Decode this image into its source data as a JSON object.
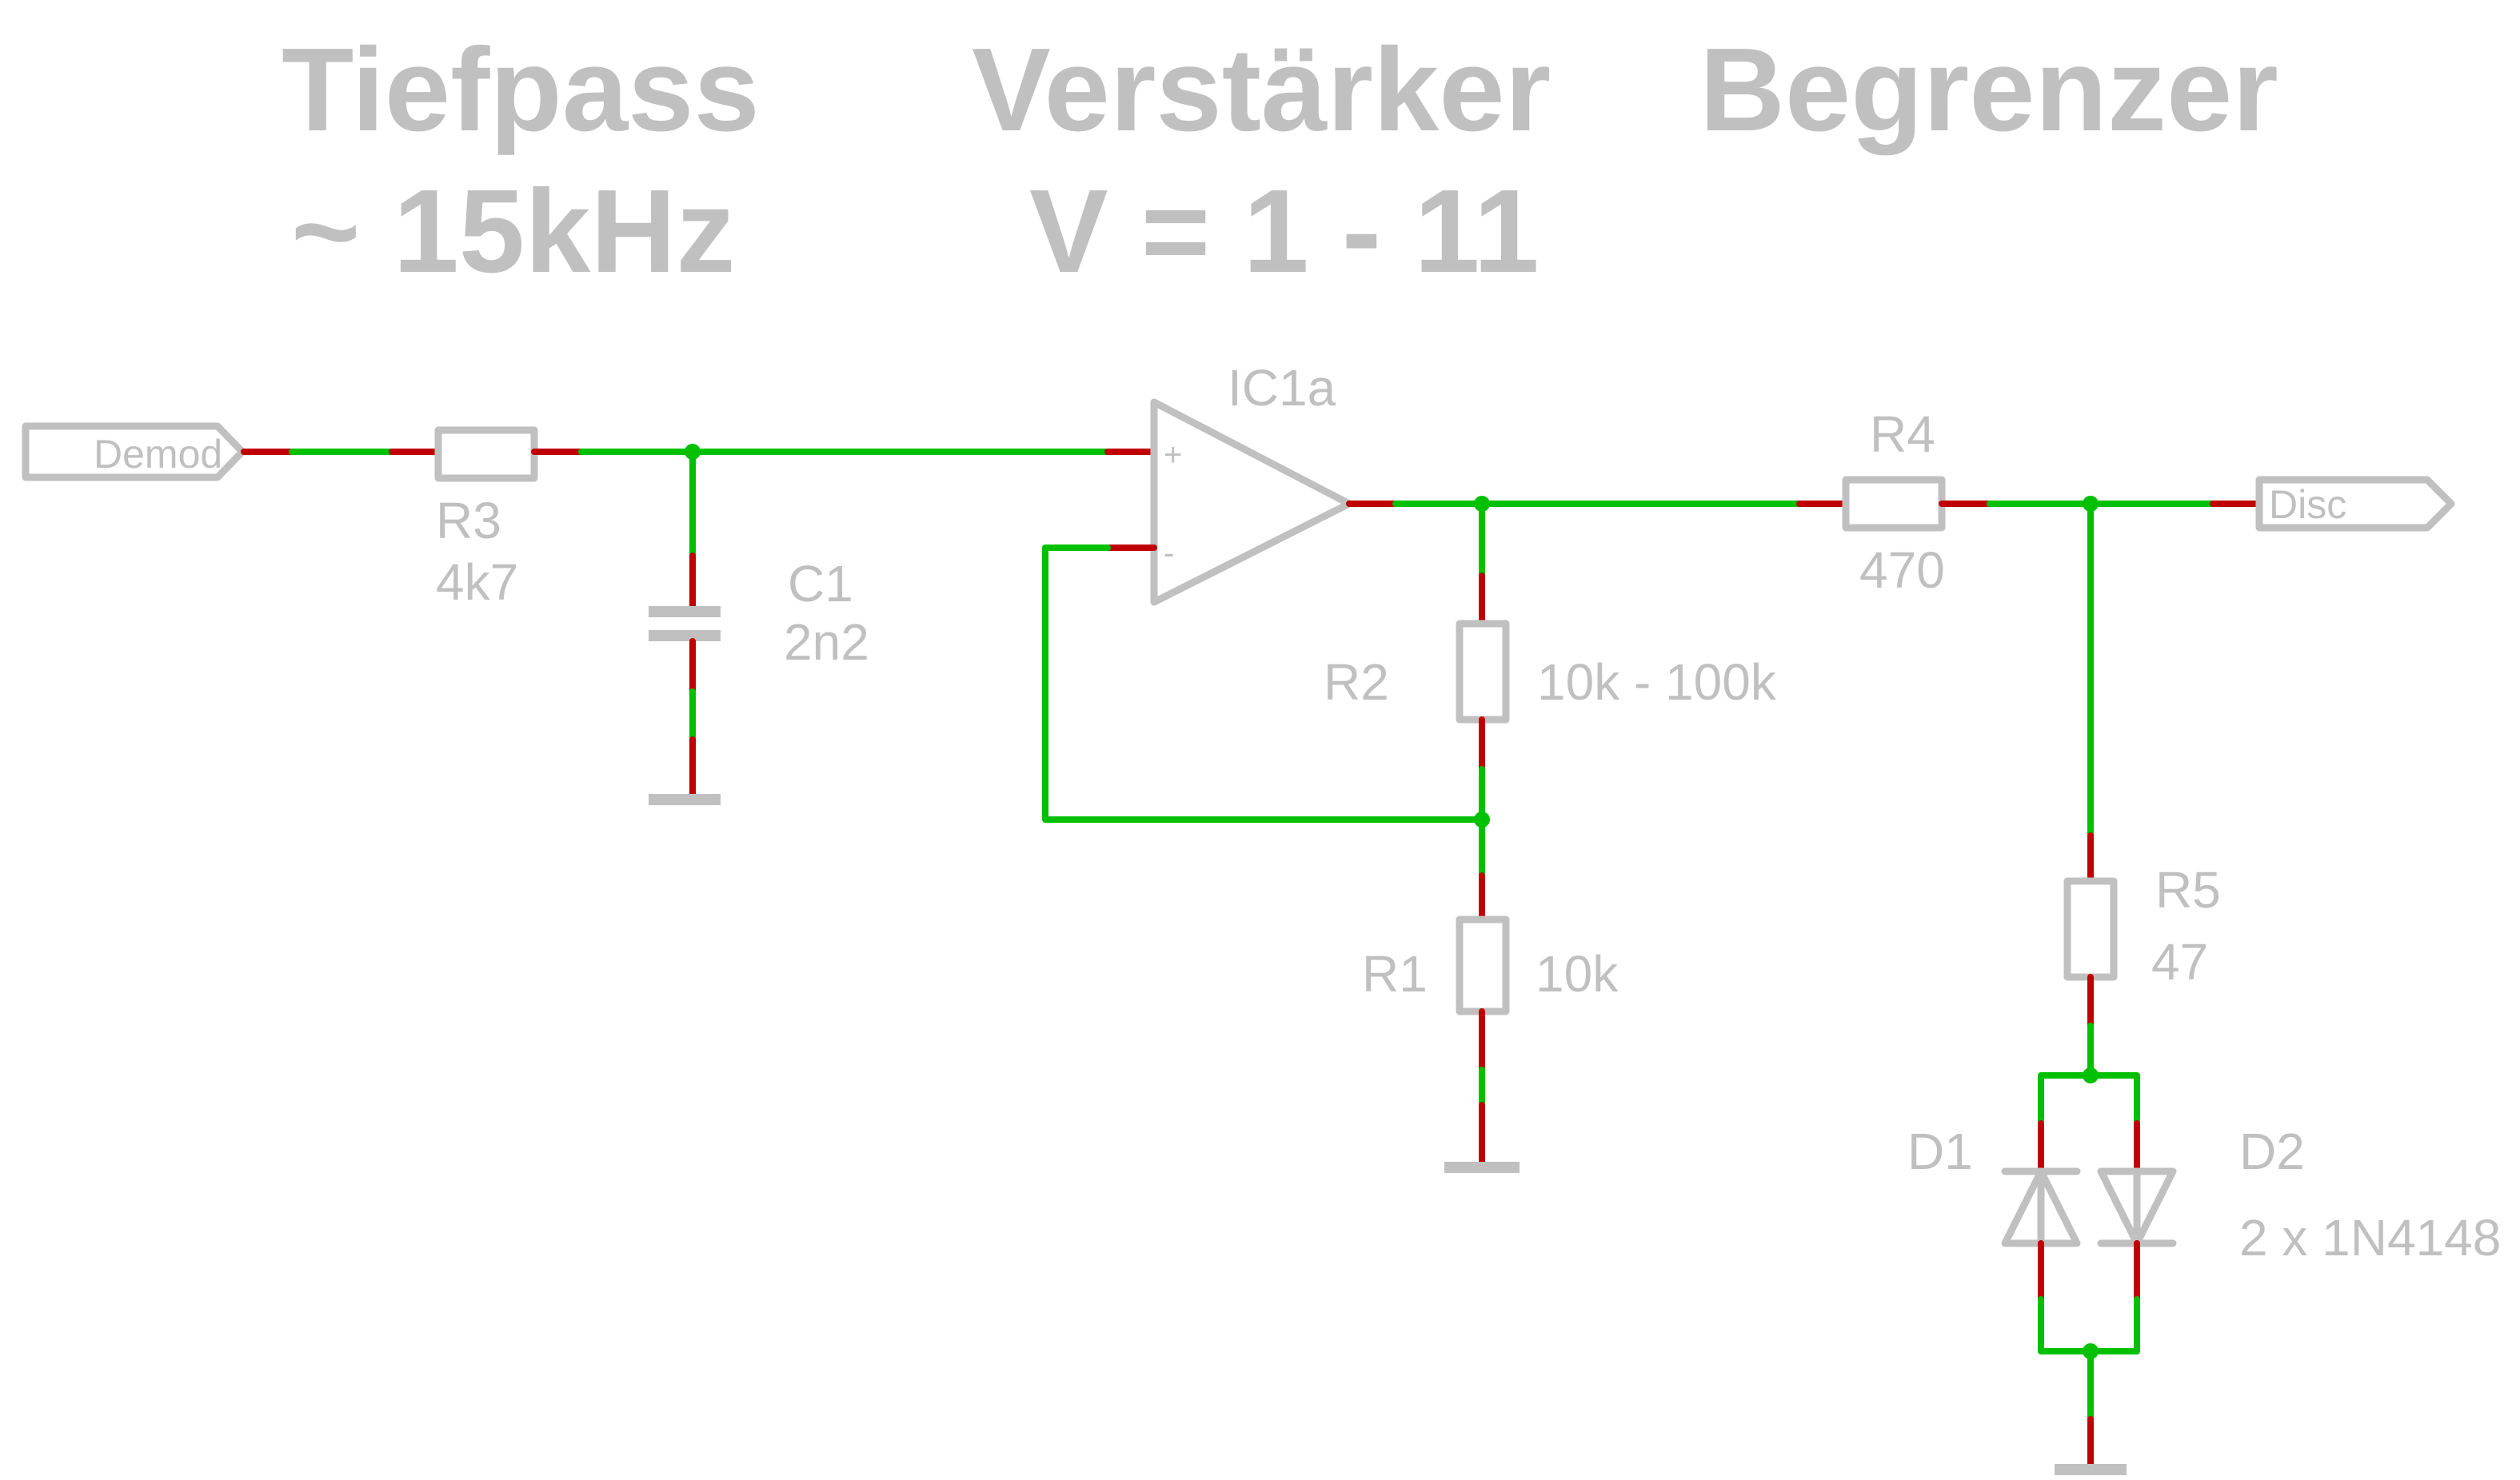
{
  "colors": {
    "wire": "#00c000",
    "pin": "#c00000",
    "symbol": "#c0c0c0",
    "background": "#ffffff"
  },
  "sections": [
    {
      "title": "Tiefpass",
      "subtitle": "~ 15kHz"
    },
    {
      "title": "Verstärker",
      "subtitle": "V = 1 - 11"
    },
    {
      "title": "Begrenzer",
      "subtitle": ""
    }
  ],
  "ports": {
    "input": {
      "label": "Demod"
    },
    "output": {
      "label": "Disc"
    }
  },
  "components": {
    "R3": {
      "name": "R3",
      "value": "4k7"
    },
    "C1": {
      "name": "C1",
      "value": "2n2"
    },
    "IC1a": {
      "name": "IC1a",
      "plus": "+",
      "minus": "-"
    },
    "R2": {
      "name": "R2",
      "value": "10k - 100k"
    },
    "R1": {
      "name": "R1",
      "value": "10k"
    },
    "R4": {
      "name": "R4",
      "value": "470"
    },
    "R5": {
      "name": "R5",
      "value": "47"
    },
    "D1": {
      "name": "D1"
    },
    "D2": {
      "name": "D2",
      "value": "2 x 1N4148"
    }
  }
}
